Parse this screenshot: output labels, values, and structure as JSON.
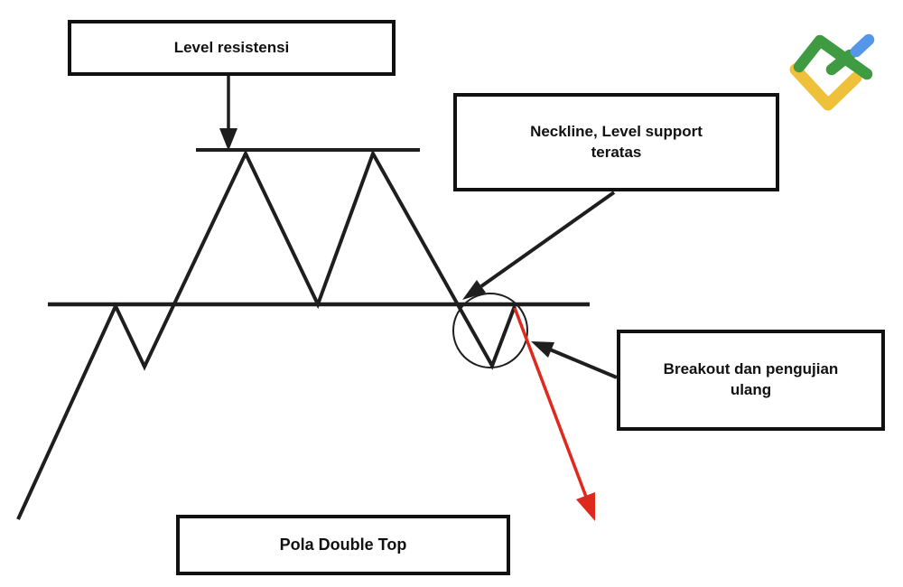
{
  "labels": {
    "resistance": "Level resistensi",
    "neckline": "Neckline, Level support teratas",
    "breakout": "Breakout dan pengujian ulang",
    "pattern_title": "Pola Double Top"
  },
  "colors": {
    "line": "#1e1e1e",
    "box_border": "#111111",
    "breakout_arrow_red": "#e0291d",
    "logo_green": "#3f9b42",
    "logo_yellow": "#efc13b",
    "logo_blue": "#5596e8"
  },
  "icons": {
    "brand_logo": "brand-logo-icon (green/yellow/blue check mark monogram)"
  }
}
